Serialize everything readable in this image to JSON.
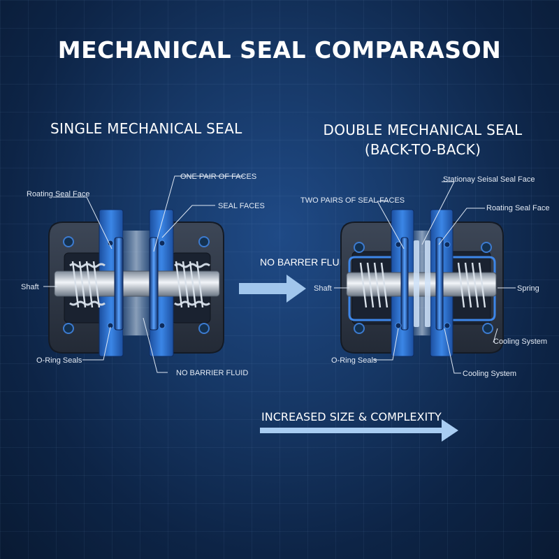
{
  "title": "MECHANICAL SEAL COMPARASON",
  "single": {
    "heading": "SINGLE MECHANICAL SEAL",
    "labels": {
      "one_pair": "ONE PAIR OF FACES",
      "rotating_face": "Roating Seal Face",
      "seal_faces": "SEAL FACES",
      "shaft": "Shaft",
      "oring": "O-Ring Seals",
      "no_barrier": "NO BARRIER FLUID"
    }
  },
  "double": {
    "heading_line1": "DOUBLE MECHANICAL SEAL",
    "heading_line2": "(BACK-TO-BACK)",
    "labels": {
      "stationary_face": "Stationay Seisal Seal Face",
      "two_pairs": "TWO PAIRS OF SEAL FACES",
      "rotating_face": "Roating Seal Face",
      "shaft": "Shaft",
      "spring": "Spring",
      "cooling_1": "Cooling System",
      "oring": "O-Ring Seals",
      "cooling_2": "Cooling System"
    }
  },
  "middle": {
    "no_barrier": "NO BARRER FLUID"
  },
  "banner": {
    "text": "INCREASED SIZE & COMPLEXITY"
  },
  "colors": {
    "housing": "#2f3848",
    "blue_part": "#2a6fcf",
    "arrow": "#a9cdf2",
    "leader": "#dfe8f4"
  }
}
